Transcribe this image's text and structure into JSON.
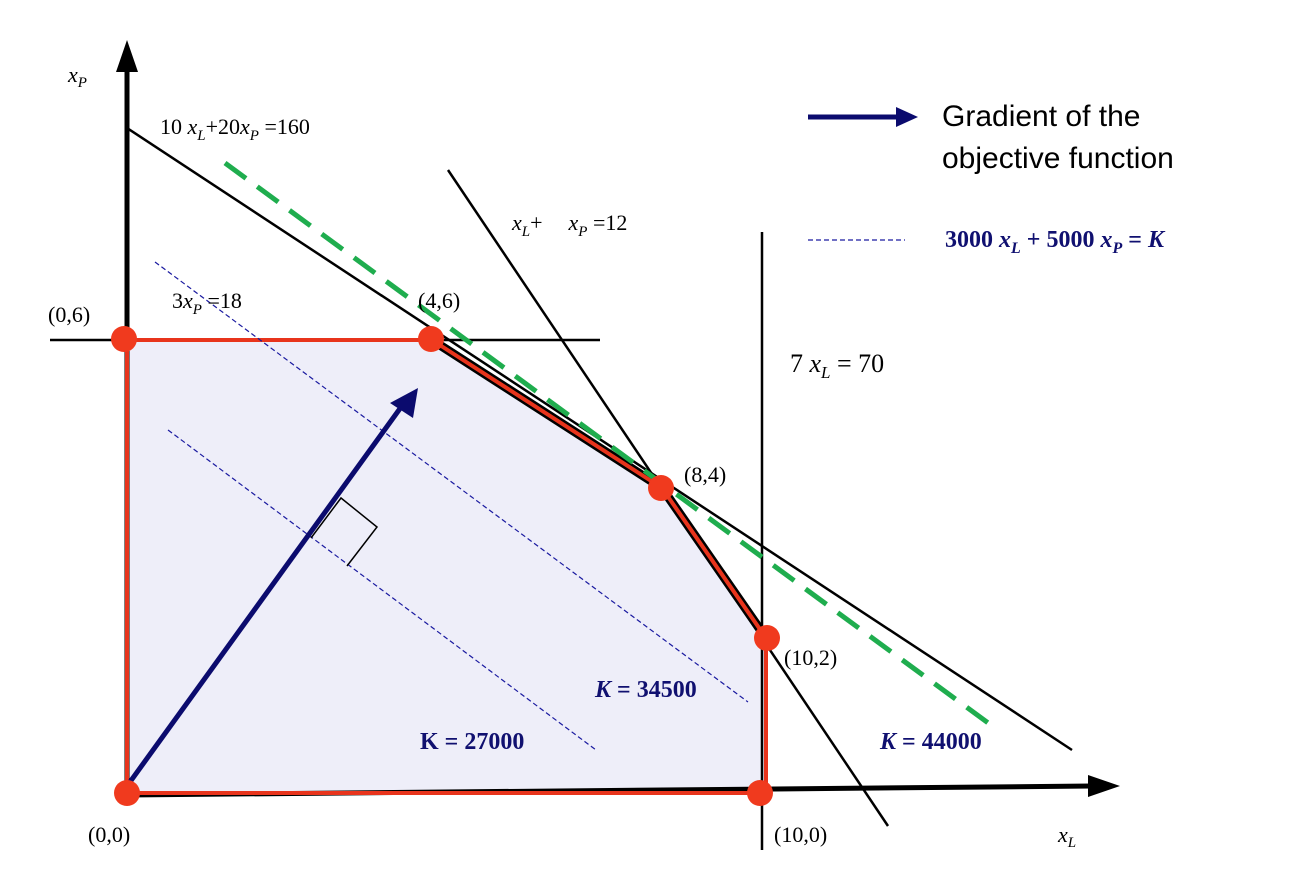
{
  "axes": {
    "y_label": {
      "base": "x",
      "sub": "P"
    },
    "x_label": {
      "base": "x",
      "sub": "L"
    }
  },
  "constraints": {
    "c1": {
      "coef1": "10 ",
      "v1": "x",
      "s1": "L",
      "mid": "+20",
      "v2": "x",
      "s2": "P",
      "rhs": " =160"
    },
    "c2": {
      "v1": "x",
      "s1": "L",
      "mid": "+",
      "v2": "x",
      "s2": "P",
      "rhs": " =12"
    },
    "c3": {
      "coef": "3",
      "v": "x",
      "s": "P",
      "rhs": " =18"
    },
    "c4": {
      "coef": "7 ",
      "v": "x",
      "s": "L",
      "rhs": " = 70"
    }
  },
  "vertices": [
    "(0,6)",
    "(4,6)",
    "(8,4)",
    "(10,2)",
    "(0,0)",
    "(10,0)"
  ],
  "k_labels": {
    "k1": "K = 27000",
    "k2": {
      "k": "K",
      "rest": " = 34500"
    },
    "k3": {
      "k": "K",
      "rest": " = 44000"
    }
  },
  "legend": {
    "gradient_line1": "Gradient of the",
    "gradient_line2": "objective function",
    "objective": {
      "t1": "3000 ",
      "v1": "x",
      "s1": "L",
      "t2": " + 5000 ",
      "v2": "x",
      "s2": "P",
      "t3": " = ",
      "k": "K"
    }
  },
  "colors": {
    "feasible_fill": "#eeeef9",
    "feasible_border": "#e8341c",
    "vertex_dot": "#f03a1e",
    "gradient_arrow": "#0b0b6e",
    "isoprofit_dashed": "#1a1aa0",
    "optimal_line": "#1fad4e",
    "axis": "#000000"
  },
  "icons": [
    "gradient-arrow-icon",
    "perpendicular-marker-icon"
  ]
}
